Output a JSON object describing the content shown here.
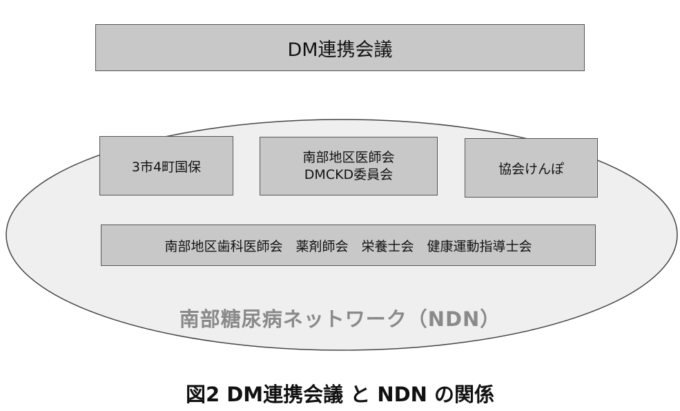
{
  "diagram": {
    "top_box": "DM連携会議",
    "network_members": {
      "kokuho": "3市4町国保",
      "ishikai_line1": "南部地区医師会",
      "ishikai_line2": "DMCKD委員会",
      "kyokai": "協会けんぽ",
      "others": "南部地区歯科医師会　薬剤師会　栄養士会　健康運動指導士会"
    },
    "network_label": "南部糖尿病ネットワーク（NDN）"
  },
  "caption": "図2  DM連携会議 と NDN の関係"
}
